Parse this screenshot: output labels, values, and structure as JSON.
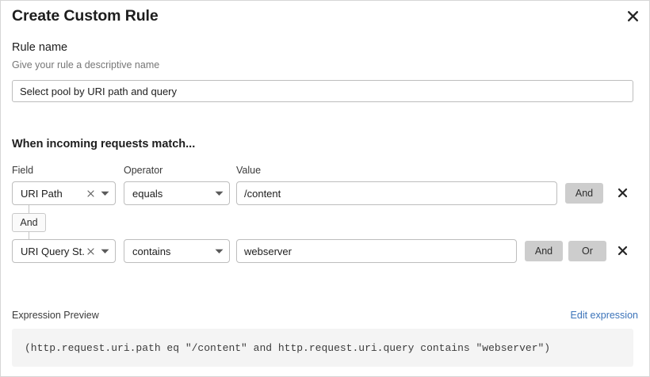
{
  "dialog": {
    "title": "Create Custom Rule",
    "close_icon": "close-icon"
  },
  "rule_name": {
    "label": "Rule name",
    "help": "Give your rule a descriptive name",
    "value": "Select pool by URI path and query",
    "placeholder": ""
  },
  "match_section": {
    "heading": "When incoming requests match...",
    "columns": {
      "field": "Field",
      "operator": "Operator",
      "value": "Value"
    },
    "connector": {
      "label": "And"
    },
    "rows": [
      {
        "field": "URI Path",
        "operator": "equals",
        "value": "/content",
        "clear_icon": "close-small-icon",
        "caret_icon": "chevron-down-icon",
        "and_label": "And",
        "delete_icon": "delete-icon"
      },
      {
        "field": "URI Query St...",
        "operator": "contains",
        "value": "webserver",
        "clear_icon": "close-small-icon",
        "caret_icon": "chevron-down-icon",
        "and_label": "And",
        "or_label": "Or",
        "delete_icon": "delete-icon"
      }
    ]
  },
  "expression_preview": {
    "label": "Expression Preview",
    "edit_link": "Edit expression",
    "code": "(http.request.uri.path eq \"/content\" and http.request.uri.query contains \"webserver\")"
  },
  "colors": {
    "link": "#3b73b9",
    "logic_button_bg": "#cdcdcd",
    "code_bg": "#f4f4f4",
    "border": "#bdbdbd"
  }
}
